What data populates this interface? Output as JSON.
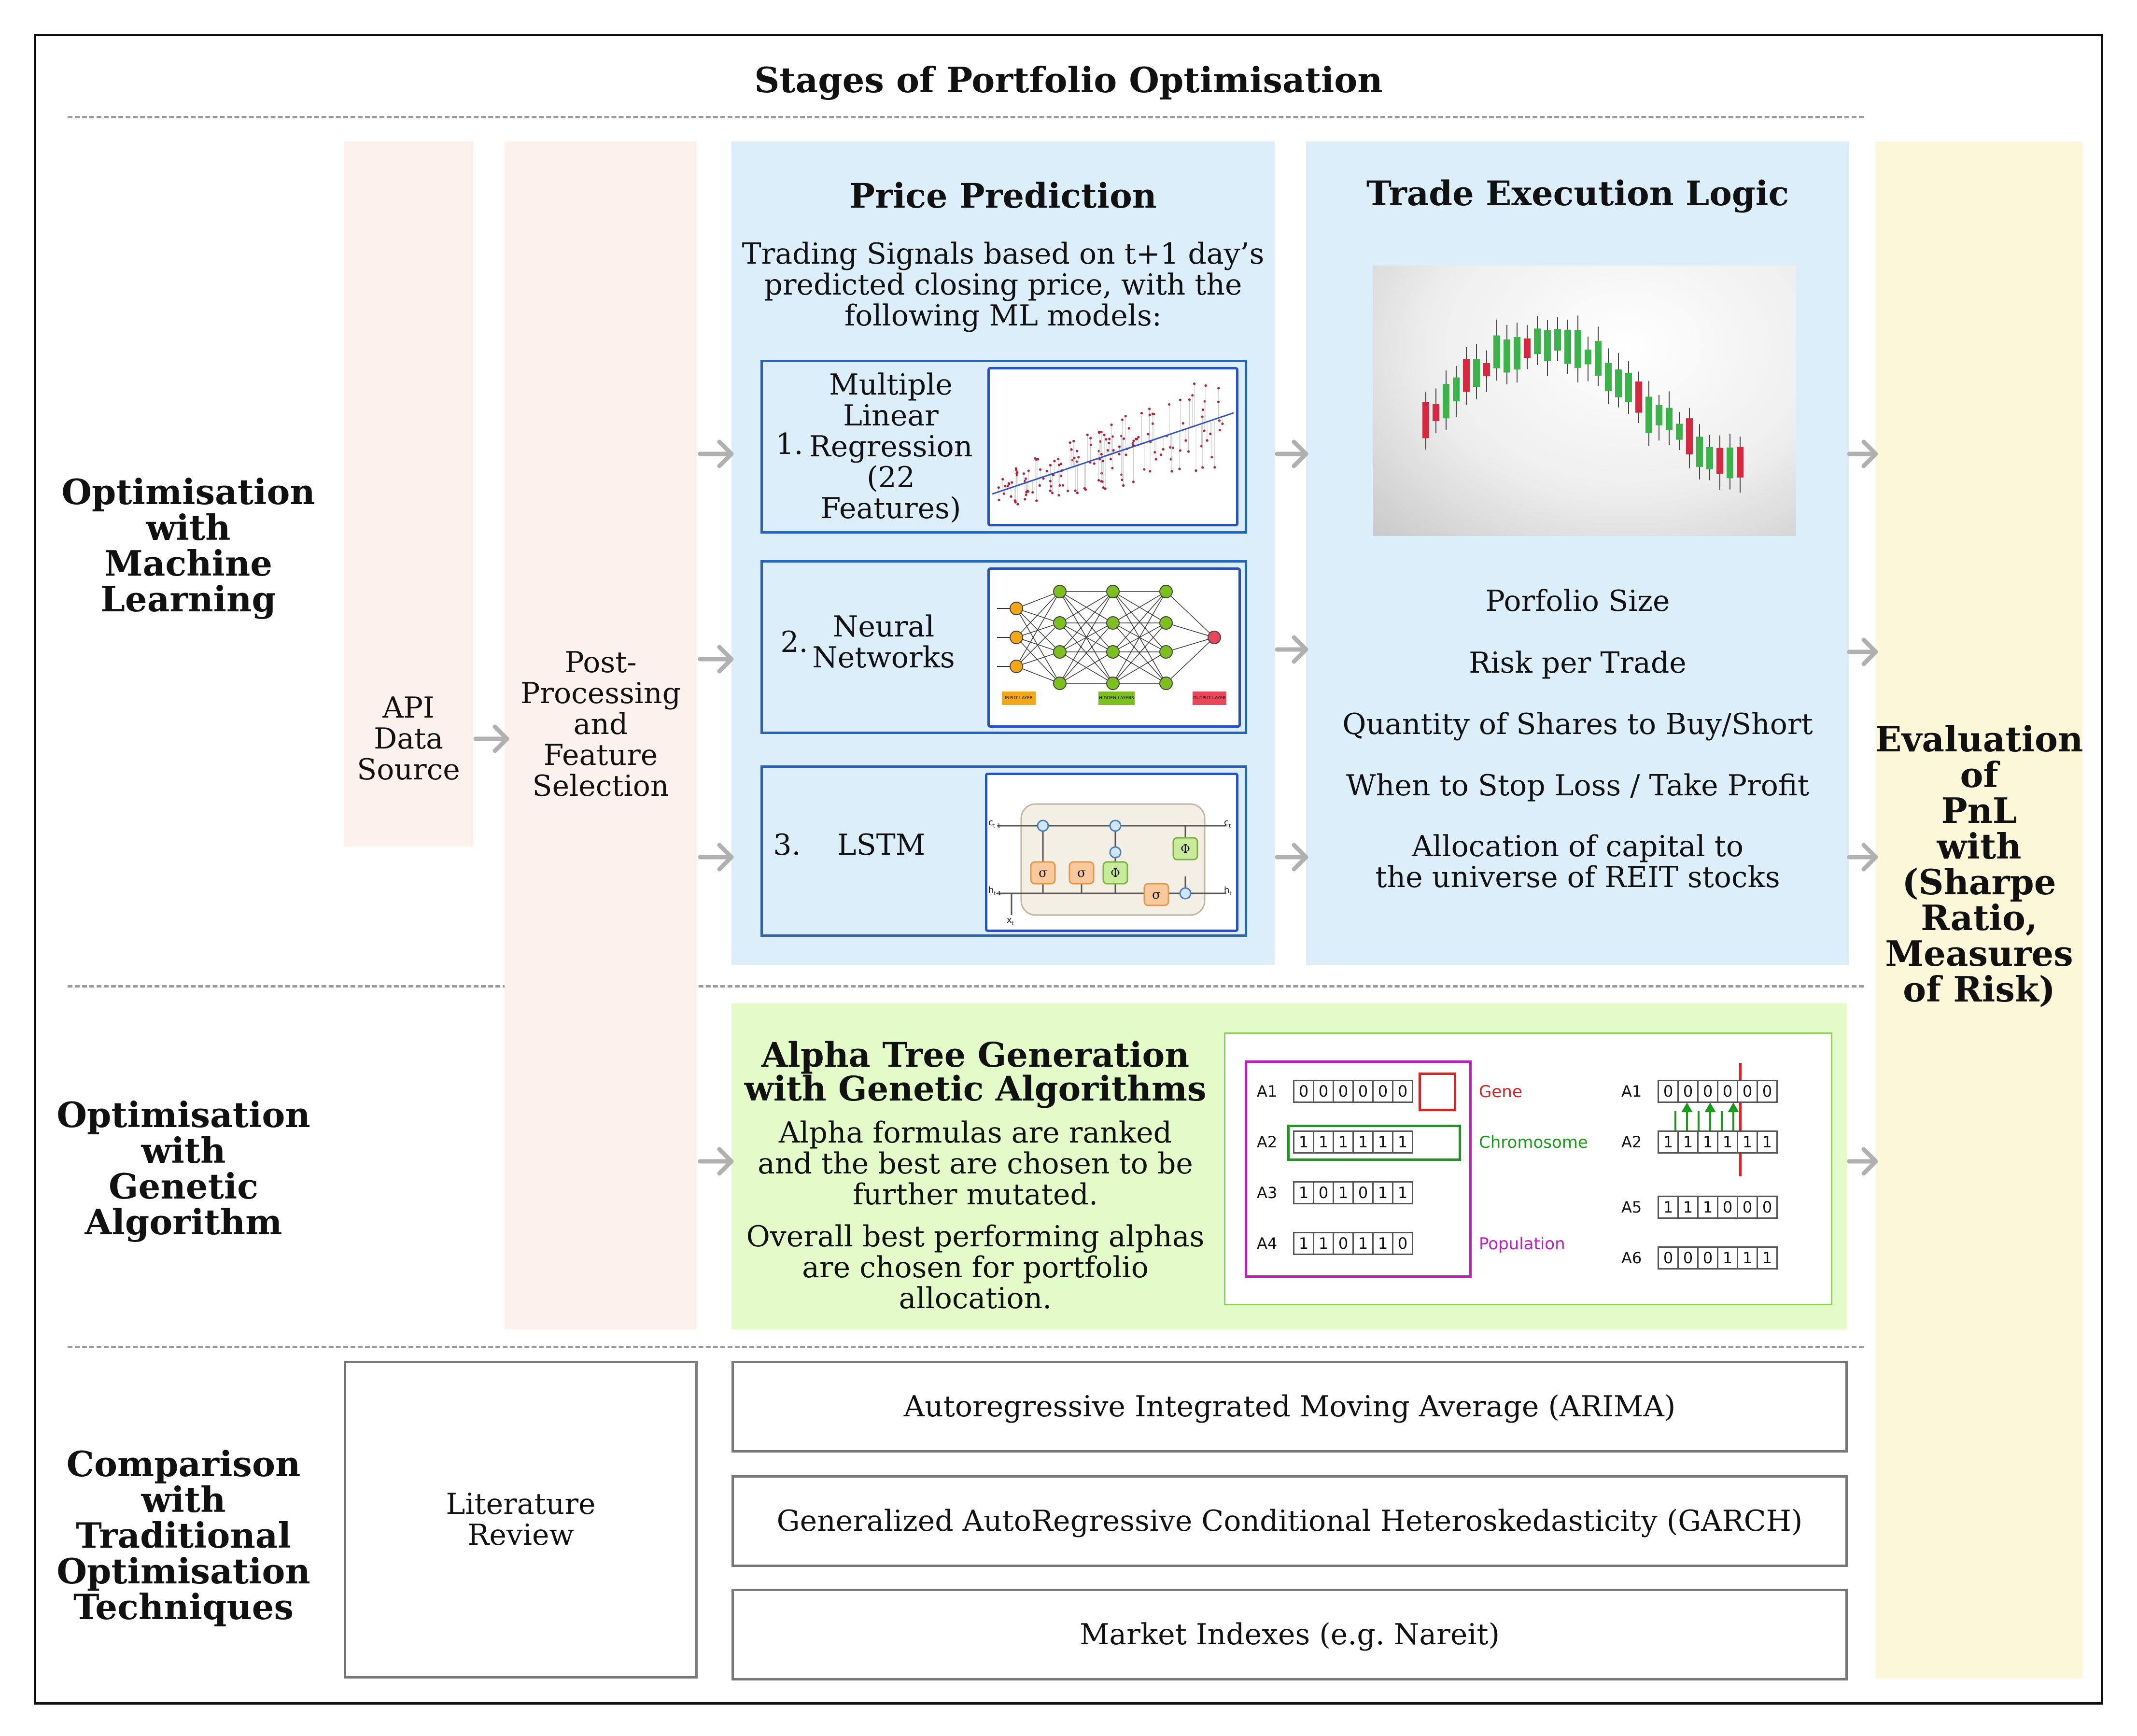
{
  "title": "Stages of Portfolio Optimisation",
  "rows": {
    "ml": "Optimisation\nwith\nMachine\nLearning",
    "ga": "Optimisation\nwith\nGenetic\nAlgorithm",
    "traditional": "Comparison\nwith\nTraditional\nOptimisation\nTechniques"
  },
  "api": "API\nData\nSource",
  "postprocessing": "Post-\nProcessing\nand\nFeature\nSelection",
  "price_prediction": {
    "title": "Price Prediction",
    "description": "Trading Signals based on t+1 day’s\npredicted closing price, with the\nfollowing ML models:",
    "models": [
      {
        "num": "1.",
        "name": "Multiple\nLinear\nRegression\n(22 Features)"
      },
      {
        "num": "2.",
        "name": "Neural\nNetworks"
      },
      {
        "num": "3.",
        "name": "LSTM"
      }
    ],
    "nn_layers": [
      "INPUT LAYER",
      "HIDDEN LAYERS",
      "OUTPUT LAYER"
    ],
    "lstm_labels": {
      "c_prev": "c",
      "c_prev_sub": "t-1",
      "c_next": "c",
      "c_next_sub": "t",
      "h_prev": "h",
      "h_prev_sub": "t-1",
      "h_next": "h",
      "h_next_sub": "t",
      "x": "x",
      "x_sub": "t",
      "sigma": "σ",
      "phi": "Φ"
    }
  },
  "trade_execution": {
    "title": "Trade Execution Logic",
    "items": [
      "Porfolio Size",
      "Risk per Trade",
      "Quantity of Shares to Buy/Short",
      "When to Stop Loss / Take Profit",
      "Allocation of capital to\nthe universe of REIT stocks"
    ]
  },
  "evaluation": "Evaluation\nof\nPnL\nwith\n(Sharpe\nRatio,\nMeasures\nof Risk)",
  "alpha_tree": {
    "title": "Alpha Tree Generation\nwith Genetic Algorithms",
    "text1": "Alpha formulas are ranked\nand the best are chosen to be\nfurther mutated.",
    "text2": "Overall best performing alphas\nare chosen for portfolio allocation.",
    "population": [
      {
        "label": "A1",
        "bits": [
          "0",
          "0",
          "0",
          "0",
          "0",
          "0"
        ]
      },
      {
        "label": "A2",
        "bits": [
          "1",
          "1",
          "1",
          "1",
          "1",
          "1"
        ]
      },
      {
        "label": "A3",
        "bits": [
          "1",
          "0",
          "1",
          "0",
          "1",
          "1"
        ]
      },
      {
        "label": "A4",
        "bits": [
          "1",
          "1",
          "0",
          "1",
          "1",
          "0"
        ]
      }
    ],
    "crossover": [
      {
        "label": "A1",
        "bits": [
          "0",
          "0",
          "0",
          "0",
          "0",
          "0"
        ]
      },
      {
        "label": "A2",
        "bits": [
          "1",
          "1",
          "1",
          "1",
          "1",
          "1"
        ]
      }
    ],
    "offspring": [
      {
        "label": "A5",
        "bits": [
          "1",
          "1",
          "1",
          "0",
          "0",
          "0"
        ]
      },
      {
        "label": "A6",
        "bits": [
          "0",
          "0",
          "0",
          "1",
          "1",
          "1"
        ]
      }
    ],
    "gene_label": "Gene",
    "chromosome_label": "Chromosome",
    "population_label": "Population",
    "colors": {
      "gene": "#e02020",
      "chromosome": "#1a9a1a",
      "population": "#c21fc2"
    }
  },
  "literature_review": "Literature\nReview",
  "traditional_methods": [
    "Autoregressive Integrated Moving Average (ARIMA)",
    "Generalized AutoRegressive Conditional Heteroskedasticity (GARCH)",
    "Market Indexes (e.g. Nareit)"
  ]
}
